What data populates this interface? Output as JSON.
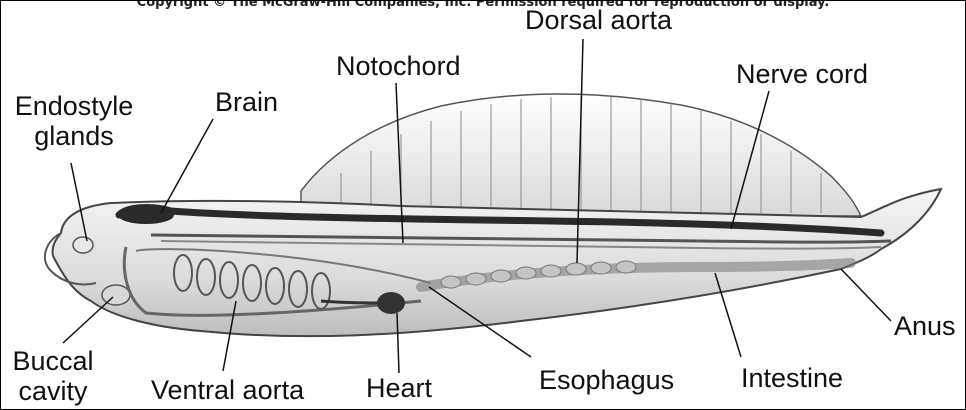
{
  "copyright": "Copyright © The McGraw-Hill Companies, Inc. Permission required for reproduction or display.",
  "labels": {
    "dorsal_aorta": "Dorsal aorta",
    "notochord": "Notochord",
    "nerve_cord": "Nerve cord",
    "endostyle_glands": "Endostyle\nglands",
    "brain": "Brain",
    "anus": "Anus",
    "buccal_cavity": "Buccal\ncavity",
    "ventral_aorta": "Ventral aorta",
    "heart": "Heart",
    "esophagus": "Esophagus",
    "intestine": "Intestine"
  }
}
